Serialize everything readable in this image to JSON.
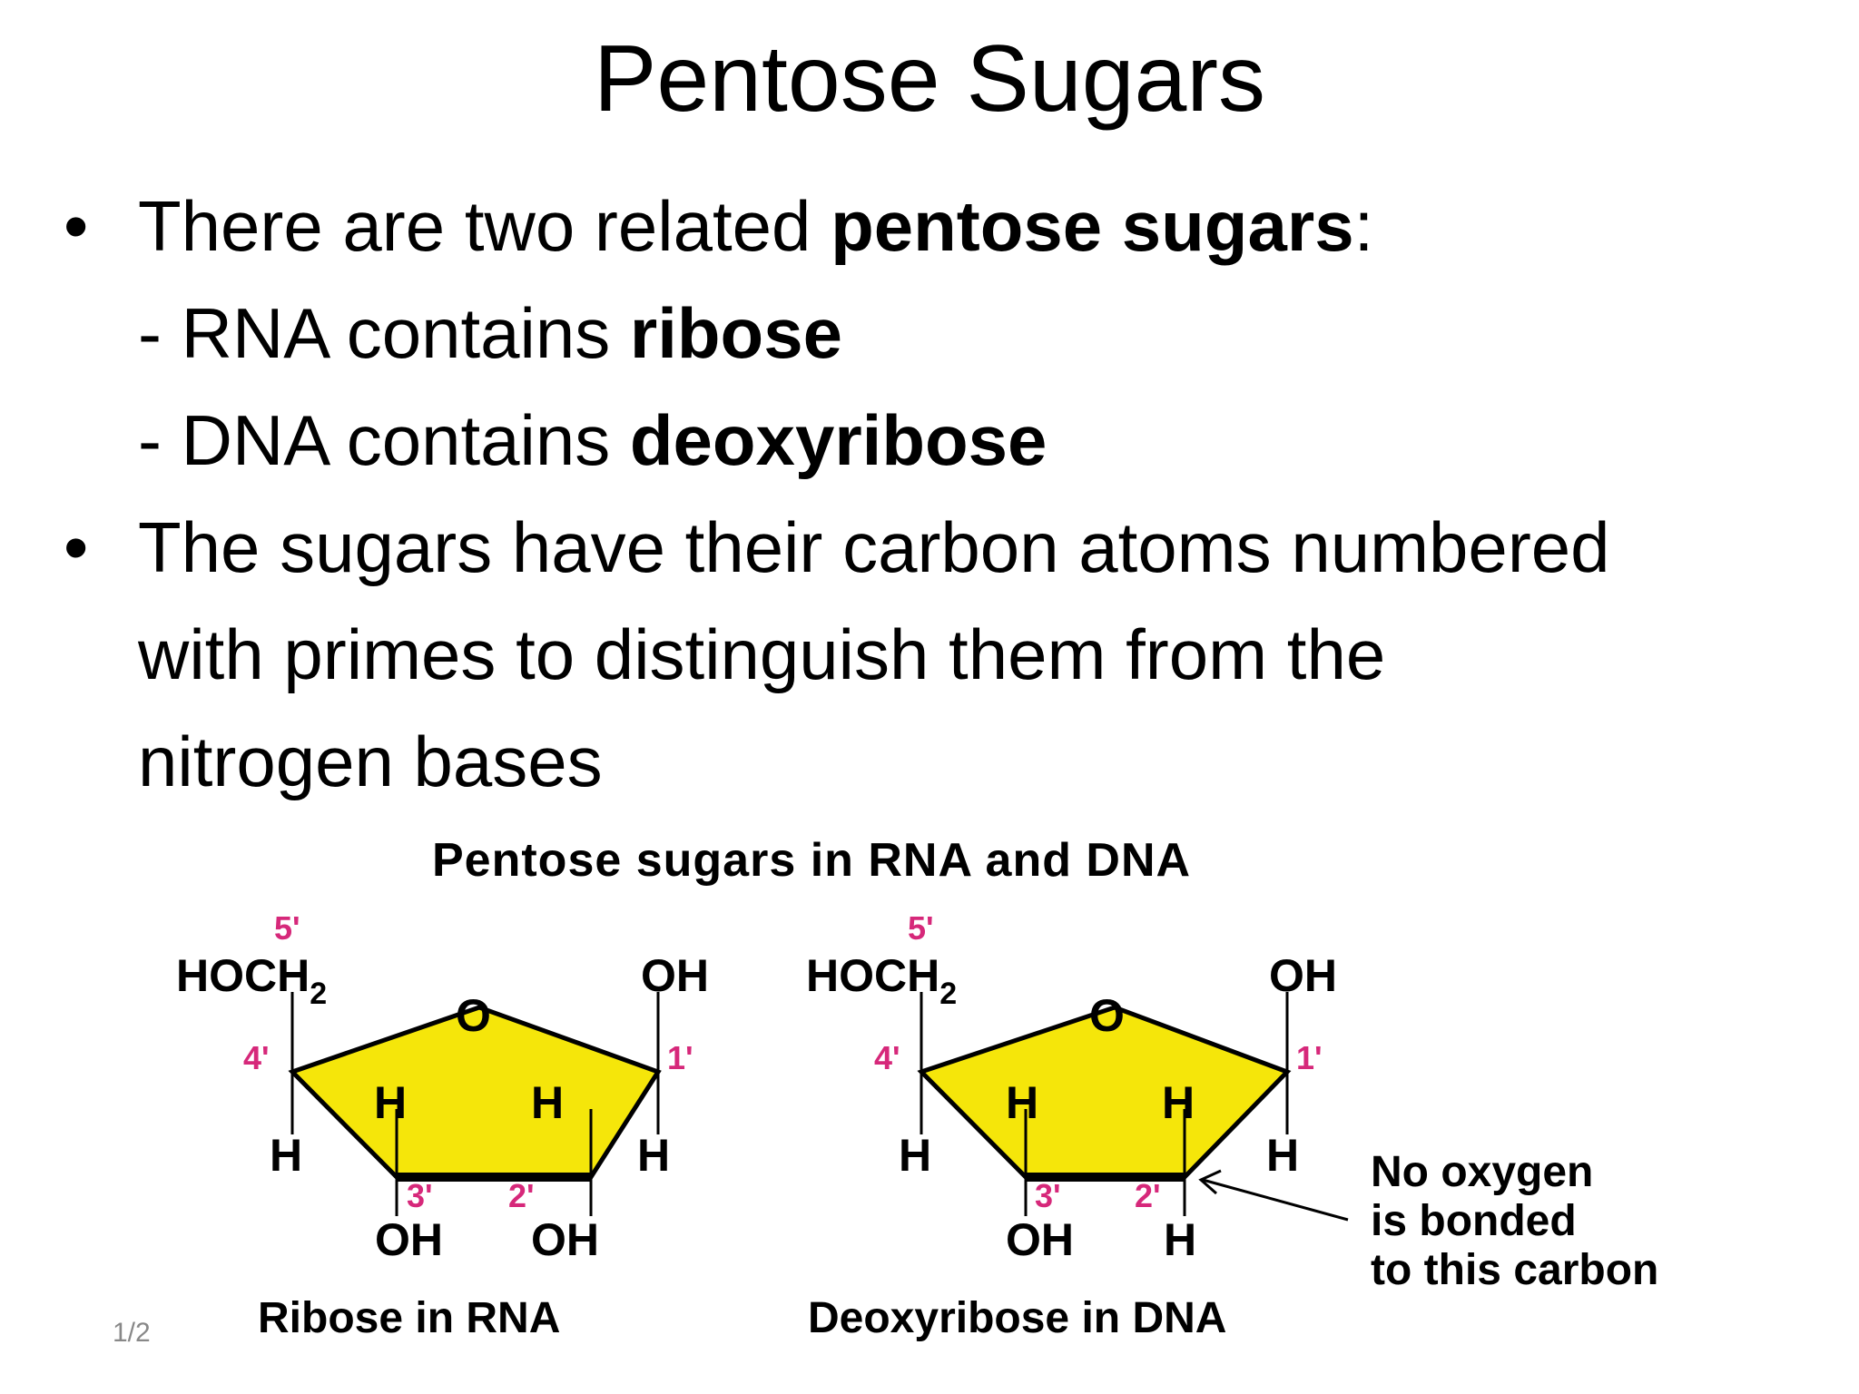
{
  "slide": {
    "title": "Pentose Sugars",
    "bullets": [
      {
        "bullet": "•",
        "pre": "There are two related ",
        "bold": "pentose sugars",
        "post": ":"
      },
      {
        "pre": "- RNA contains ",
        "bold": "ribose"
      },
      {
        "pre": "- DNA contains ",
        "bold": "deoxyribose"
      },
      {
        "bullet": "•",
        "lines": [
          "The sugars have their carbon atoms numbered",
          "with primes to distinguish them from the",
          "nitrogen bases"
        ]
      }
    ],
    "page_indicator": "1/2"
  },
  "figure": {
    "title": "Pentose sugars in RNA and DNA",
    "ring_color": "#f5e60a",
    "label_color": "#d6287a",
    "ribose": {
      "caption": "Ribose in RNA",
      "c5_group": "HOCH",
      "sub": "2",
      "ring_o": "O",
      "c1_top": "OH",
      "c1_bottom": "H",
      "c4_bottom": "H",
      "c3_top": "H",
      "c3_bottom": "OH",
      "c2_top": "H",
      "c2_bottom": "OH",
      "labels": {
        "c5": "5'",
        "c4": "4'",
        "c3": "3'",
        "c2": "2'",
        "c1": "1'"
      }
    },
    "deoxyribose": {
      "caption": "Deoxyribose in DNA",
      "c5_group": "HOCH",
      "sub": "2",
      "ring_o": "O",
      "c1_top": "OH",
      "c1_bottom": "H",
      "c4_bottom": "H",
      "c3_top": "H",
      "c3_bottom": "OH",
      "c2_top": "H",
      "c2_bottom": "H",
      "labels": {
        "c5": "5'",
        "c4": "4'",
        "c3": "3'",
        "c2": "2'",
        "c1": "1'"
      }
    },
    "annotation": [
      "No oxygen",
      "is bonded",
      "to this carbon"
    ]
  }
}
